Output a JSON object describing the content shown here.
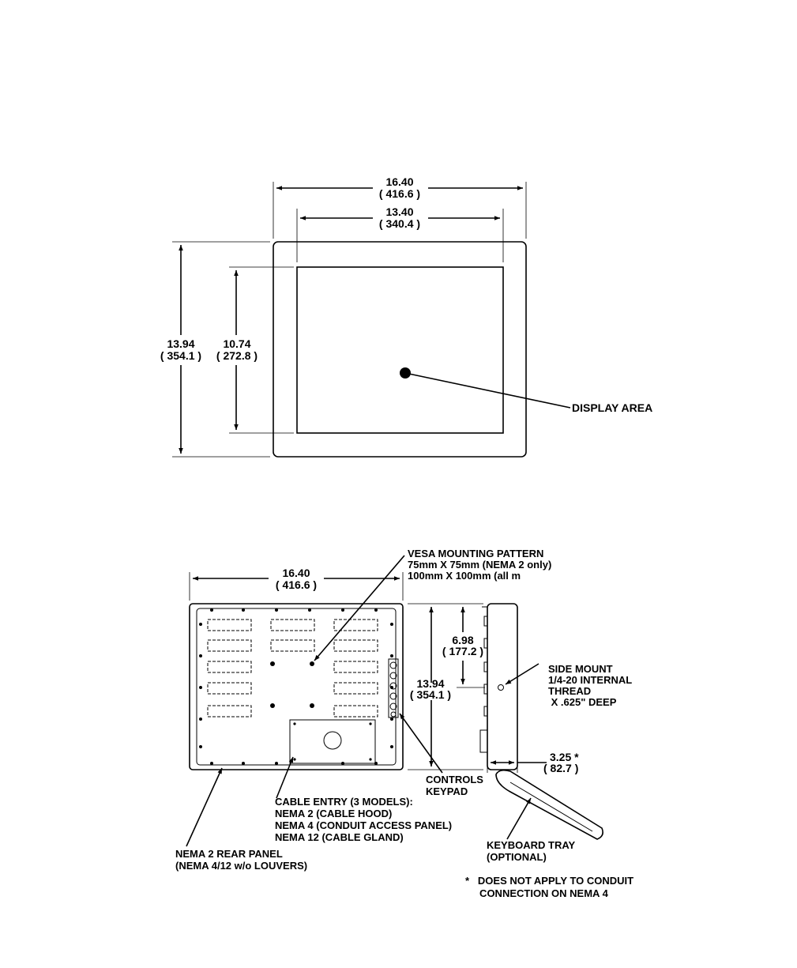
{
  "front_view": {
    "overall_width": {
      "inch": "16.40",
      "mm": "( 416.6 )"
    },
    "display_width": {
      "inch": "13.40",
      "mm": "( 340.4 )"
    },
    "overall_height": {
      "inch": "13.94",
      "mm": "( 354.1 )"
    },
    "display_height": {
      "inch": "10.74",
      "mm": "( 272.8 )"
    },
    "display_area_label": "DISPLAY AREA"
  },
  "rear_view": {
    "width": {
      "inch": "16.40",
      "mm": "( 416.6 )"
    },
    "vesa": [
      "VESA MOUNTING PATTERN",
      "75mm X 75mm (NEMA 2 only)",
      "100mm X 100mm (all m"
    ],
    "cable_entry": [
      "CABLE ENTRY (3 MODELS):",
      "NEMA 2 (CABLE HOOD)",
      "NEMA 4 (CONDUIT ACCESS PANEL)",
      "NEMA 12 (CABLE GLAND)"
    ],
    "rear_panel": [
      "NEMA 2 REAR PANEL",
      "(NEMA 4/12 w/o LOUVERS)"
    ],
    "controls": [
      "CONTROLS",
      "KEYPAD"
    ]
  },
  "side_view": {
    "height": {
      "inch": "13.94",
      "mm": "( 354.1 )"
    },
    "half_height": {
      "inch": "6.98",
      "mm": "( 177.2 )"
    },
    "depth": {
      "inch": "3.25 *",
      "mm": "( 82.7 )"
    },
    "side_mount": [
      "SIDE MOUNT",
      "1/4-20 INTERNAL",
      "THREAD",
      " X .625\" DEEP"
    ],
    "keyboard_tray": [
      "KEYBOARD TRAY",
      "(OPTIONAL)"
    ]
  },
  "footnote": [
    "*   DOES NOT APPLY TO CONDUIT",
    "     CONNECTION ON NEMA 4"
  ]
}
